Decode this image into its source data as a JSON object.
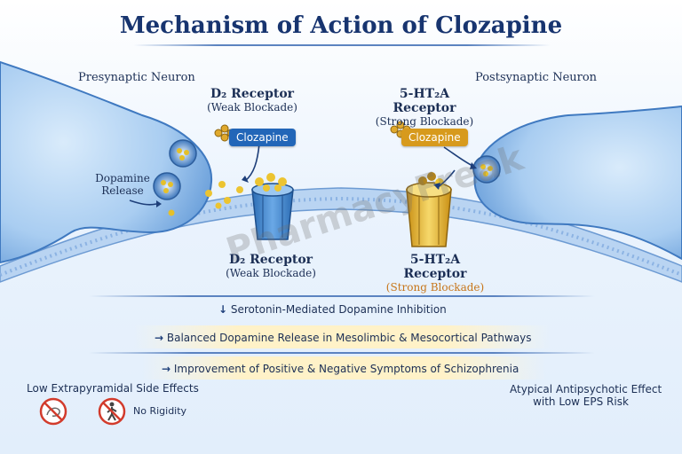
{
  "title": "Mechanism of Action of Clozapine",
  "left": {
    "neuron_label": "Presynaptic Neuron",
    "receptor_top": "D₂ Receptor",
    "receptor_top_sub": "(Weak Blockade)",
    "drug_pill": "Clozapine",
    "release_label_1": "Dopamine",
    "release_label_2": "Release",
    "receptor_bottom": "D₂ Receptor",
    "receptor_bottom_sub": "(Weak Blockade)"
  },
  "right": {
    "neuron_label": "Postsynaptic Neuron",
    "receptor_top": "5-HT₂A Receptor",
    "receptor_top_sub": "(Strong Blockade)",
    "drug_pill": "Clozapine",
    "receptor_bottom": "5-HT₂A Receptor",
    "receptor_bottom_sub": "(Strong Blockade)"
  },
  "watermark": "PharmacyFreak",
  "steps": [
    "Serotonin-Mediated Dopamine Inhibition",
    "Balanced Dopamine Release in Mesolimbic & Mesocortical Pathways",
    "Improvement of Positive & Negative Symptoms of Schizophrenia"
  ],
  "footer": {
    "left_title": "Low Extrapyramidal Side Effects",
    "no_rigidity": "No Rigidity",
    "right_line1": "Atypical Antipsychotic Effect",
    "right_line2": "with Low EPS Risk"
  },
  "colors": {
    "title": "#17346f",
    "neuron_blue": "#7fb0e6",
    "receptor_blue": "#3f82c9",
    "receptor_gold": "#e8b83a",
    "pill_blue": "#2266b8",
    "pill_gold": "#d79a1d",
    "strong_blockade": "#c7761a",
    "prohibit_red": "#d23b2c"
  }
}
